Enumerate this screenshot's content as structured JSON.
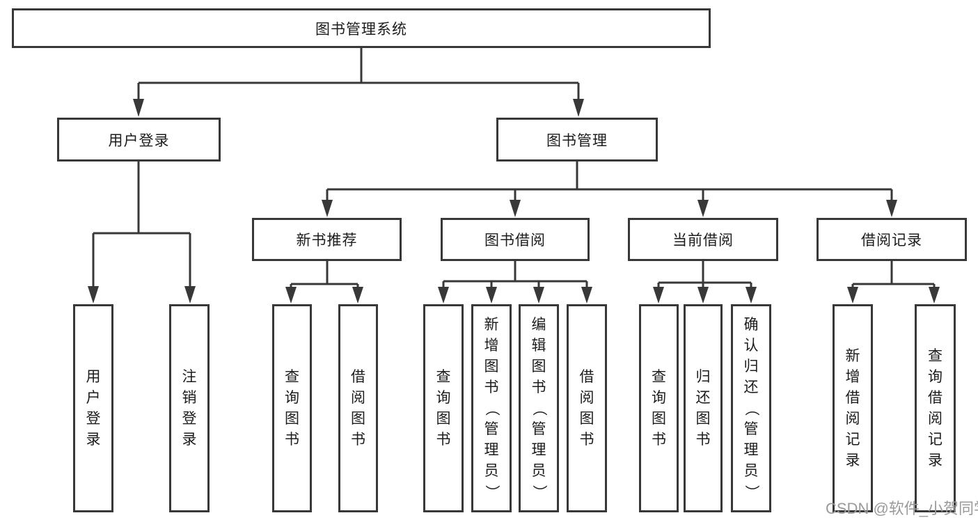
{
  "diagram": {
    "title": "图书管理系统",
    "root": {
      "label": "图书管理系统",
      "children": [
        {
          "label": "用户登录",
          "children": [
            {
              "label": "用户登录"
            },
            {
              "label": "注销登录"
            }
          ]
        },
        {
          "label": "图书管理",
          "children": [
            {
              "label": "新书推荐",
              "children": [
                {
                  "label": "查询图书"
                },
                {
                  "label": "借阅图书"
                }
              ]
            },
            {
              "label": "图书借阅",
              "children": [
                {
                  "label": "查询图书"
                },
                {
                  "label": "新增图书（管理员）"
                },
                {
                  "label": "编辑图书（管理员）"
                },
                {
                  "label": "借阅图书"
                }
              ]
            },
            {
              "label": "当前借阅",
              "children": [
                {
                  "label": "查询图书"
                },
                {
                  "label": "归还图书"
                },
                {
                  "label": "确认归还（管理员）"
                }
              ]
            },
            {
              "label": "借阅记录",
              "children": [
                {
                  "label": "新增借阅记录"
                },
                {
                  "label": "查询借阅记录"
                }
              ]
            }
          ]
        }
      ]
    }
  },
  "watermark": {
    "text": "CSDN @软件_小贺同学"
  },
  "colors": {
    "line": "#383838",
    "text": "#1c1c1c",
    "background": "#ffffff",
    "watermark": "#9a9a9a"
  }
}
